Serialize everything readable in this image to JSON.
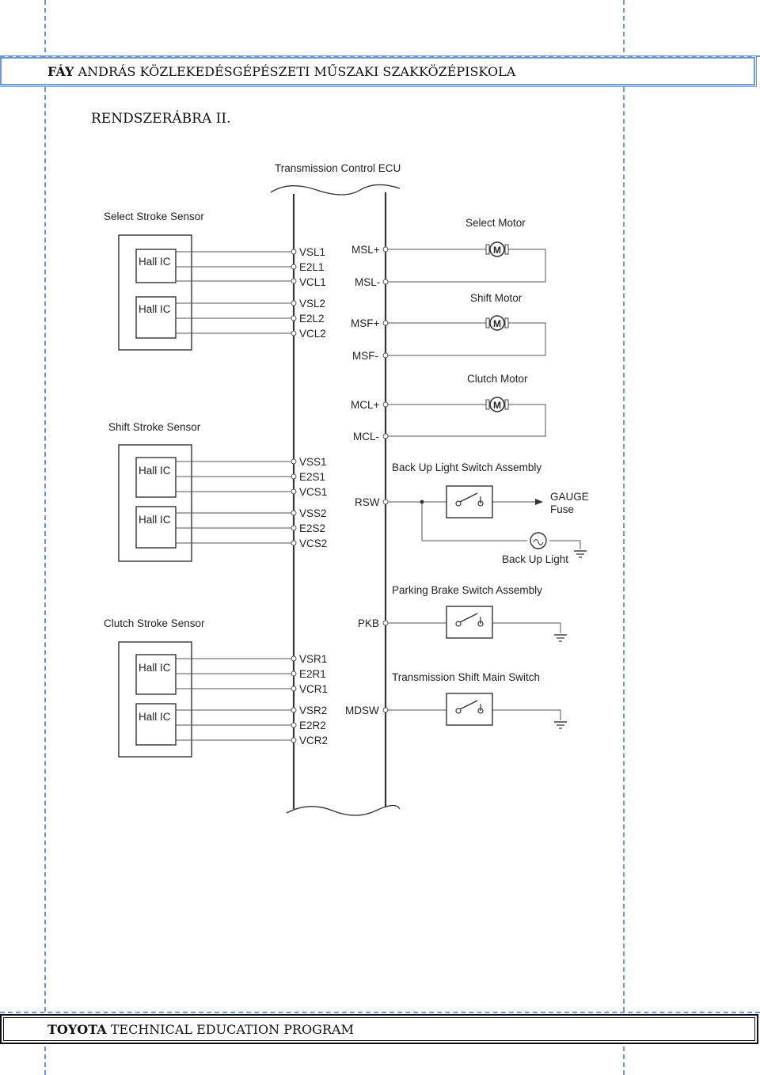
{
  "header": {
    "school_bold": "FÁY",
    "school_rest": " ANDRÁS KÖZLEKEDÉSGÉPÉSZETI MŰSZAKI SZAKKÖZÉPISKOLA"
  },
  "page": {
    "title": "RENDSZERÁBRA II."
  },
  "diagram": {
    "ecu_title": "Transmission Control ECU",
    "select_sensor": {
      "title": "Select Stroke Sensor",
      "ic_top": "Hall IC",
      "ic_bottom": "Hall IC",
      "pins": [
        "VSL1",
        "E2L1",
        "VCL1",
        "VSL2",
        "E2L2",
        "VCL2"
      ]
    },
    "shift_sensor": {
      "title": "Shift Stroke Sensor",
      "ic_top": "Hall IC",
      "ic_bottom": "Hall IC",
      "pins": [
        "VSS1",
        "E2S1",
        "VCS1",
        "VSS2",
        "E2S2",
        "VCS2"
      ]
    },
    "clutch_sensor": {
      "title": "Clutch Stroke Sensor",
      "ic_top": "Hall IC",
      "ic_bottom": "Hall IC",
      "pins": [
        "VSR1",
        "E2R1",
        "VCR1",
        "VSR2",
        "E2R2",
        "VCR2"
      ]
    },
    "select_motor": {
      "title": "Select Motor",
      "pin_pos": "MSL+",
      "pin_neg": "MSL-",
      "symbol": "M"
    },
    "shift_motor": {
      "title": "Shift Motor",
      "pin_pos": "MSF+",
      "pin_neg": "MSF-",
      "symbol": "M"
    },
    "clutch_motor": {
      "title": "Clutch Motor",
      "pin_pos": "MCL+",
      "pin_neg": "MCL-",
      "symbol": "M"
    },
    "backup_switch": {
      "title": "Back Up Light Switch Assembly",
      "pin": "RSW",
      "gauge": "GAUGE",
      "fuse": "Fuse",
      "lamp": "Back Up Light"
    },
    "parking_switch": {
      "title": "Parking Brake Switch Assembly",
      "pin": "PKB"
    },
    "main_switch": {
      "title": "Transmission Shift Main Switch",
      "pin": "MDSW"
    }
  },
  "footer": {
    "brand": "TOYOTA",
    "program": " TECHNICAL EDUCATION PROGRAM"
  }
}
